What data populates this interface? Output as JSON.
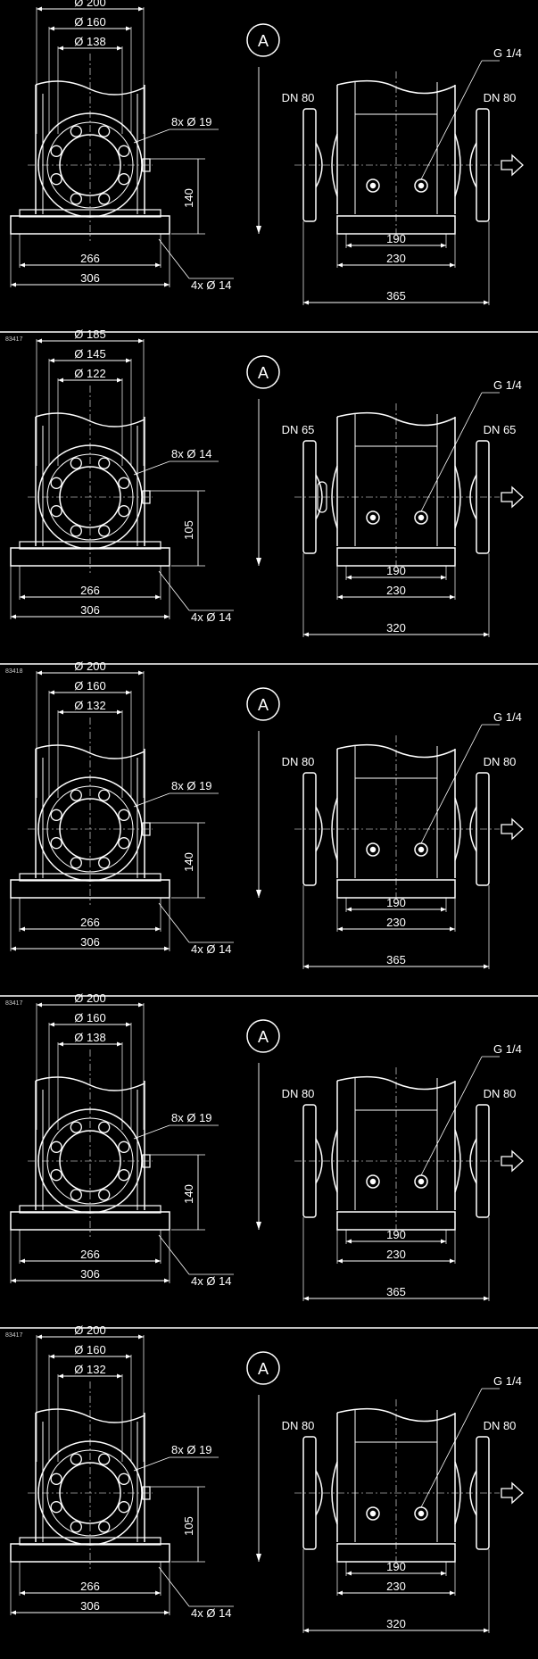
{
  "colors": {
    "background": "#000000",
    "line": "#ffffff",
    "separator": "#ffffff"
  },
  "view_marker": "A",
  "sheets": [
    {
      "code": "",
      "phi_outer": "Ø 200",
      "phi_mid": "Ø 160",
      "phi_inner": "Ø 138",
      "bolts": "8x Ø 19",
      "height": "140",
      "feet": "4x Ø 14",
      "base_inner": "266",
      "base_outer": "306",
      "dn_left": "DN 80",
      "dn_right": "DN 80",
      "port": "G 1/4",
      "w1": "190",
      "w2": "230",
      "w3": "365",
      "window": false
    },
    {
      "code": "83417",
      "phi_outer": "Ø 185",
      "phi_mid": "Ø 145",
      "phi_inner": "Ø 122",
      "bolts": "8x Ø 14",
      "height": "105",
      "feet": "4x Ø 14",
      "base_inner": "266",
      "base_outer": "306",
      "dn_left": "DN 65",
      "dn_right": "DN 65",
      "port": "G 1/4",
      "w1": "190",
      "w2": "230",
      "w3": "320",
      "window": true
    },
    {
      "code": "83418",
      "phi_outer": "Ø 200",
      "phi_mid": "Ø 160",
      "phi_inner": "Ø 132",
      "bolts": "8x Ø 19",
      "height": "140",
      "feet": "4x Ø 14",
      "base_inner": "266",
      "base_outer": "306",
      "dn_left": "DN 80",
      "dn_right": "DN 80",
      "port": "G 1/4",
      "w1": "190",
      "w2": "230",
      "w3": "365",
      "window": false
    },
    {
      "code": "83417",
      "phi_outer": "Ø 200",
      "phi_mid": "Ø 160",
      "phi_inner": "Ø 138",
      "bolts": "8x Ø 19",
      "height": "140",
      "feet": "4x Ø 14",
      "base_inner": "266",
      "base_outer": "306",
      "dn_left": "DN 80",
      "dn_right": "DN 80",
      "port": "G 1/4",
      "w1": "190",
      "w2": "230",
      "w3": "365",
      "window": false
    },
    {
      "code": "83417",
      "phi_outer": "Ø 200",
      "phi_mid": "Ø 160",
      "phi_inner": "Ø 132",
      "bolts": "8x Ø 19",
      "height": "105",
      "feet": "4x Ø 14",
      "base_inner": "266",
      "base_outer": "306",
      "dn_left": "DN 80",
      "dn_right": "DN 80",
      "port": "G 1/4",
      "w1": "190",
      "w2": "230",
      "w3": "320",
      "window": false
    }
  ]
}
